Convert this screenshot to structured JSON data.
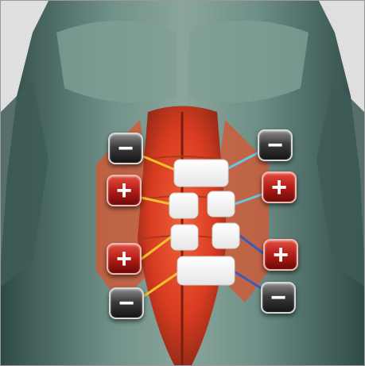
{
  "symbols": {
    "negative": "−",
    "positive": "+"
  },
  "terminals": [
    {
      "id": "upper-left-negative",
      "kind": "negative",
      "color": "#2e2e2e"
    },
    {
      "id": "upper-right-negative",
      "kind": "negative",
      "color": "#2e2e2e"
    },
    {
      "id": "mid-left-positive",
      "kind": "positive",
      "color": "#c0241c"
    },
    {
      "id": "mid-right-positive",
      "kind": "positive",
      "color": "#c0241c"
    },
    {
      "id": "lower-left-positive",
      "kind": "positive",
      "color": "#c0241c"
    },
    {
      "id": "lower-right-positive",
      "kind": "positive",
      "color": "#c0241c"
    },
    {
      "id": "bottom-left-negative",
      "kind": "negative",
      "color": "#2e2e2e"
    },
    {
      "id": "bottom-right-negative",
      "kind": "negative",
      "color": "#2e2e2e"
    }
  ],
  "wire_colors": {
    "yellow": "#f2c12e",
    "cyan": "#6cc6e0",
    "blue": "#3b5bb8"
  },
  "electrode_pads": [
    "top-pad",
    "upper-left-pad",
    "upper-right-pad",
    "lower-left-pad",
    "lower-right-pad",
    "bottom-pad"
  ]
}
